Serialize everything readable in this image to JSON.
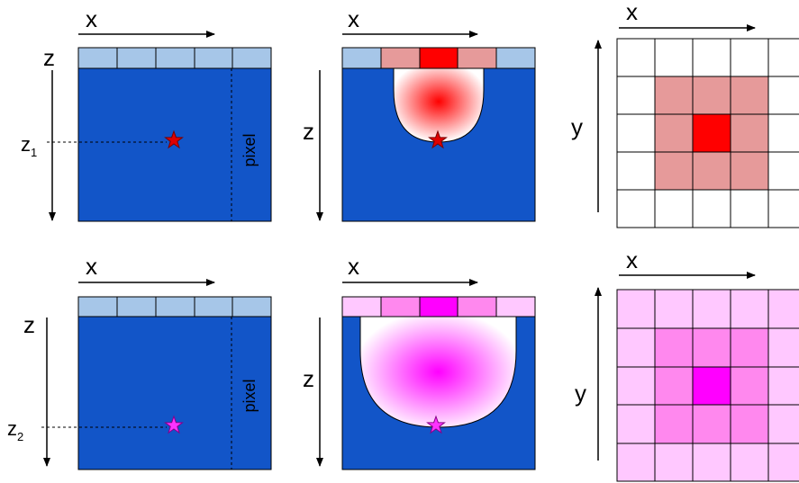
{
  "colors": {
    "detector_blue": "#1255c8",
    "pixel_light_blue": "#a6c6e8",
    "red_peak": "#ff0000",
    "red_mid": "#e69a9a",
    "magenta_peak": "#ff00ff",
    "magenta_mid": "#ff88ee",
    "magenta_light": "#ffc8ff",
    "outline": "#000000"
  },
  "labels": {
    "x": "x",
    "z": "z",
    "y": "y",
    "pixel": "pixel",
    "z_depth_1": "z",
    "z_depth_1_sub": "1",
    "z_depth_2": "z",
    "z_depth_2_sub": "2"
  },
  "icons": {
    "interaction_point_shallow": "star-icon",
    "interaction_point_deep": "star-icon"
  }
}
